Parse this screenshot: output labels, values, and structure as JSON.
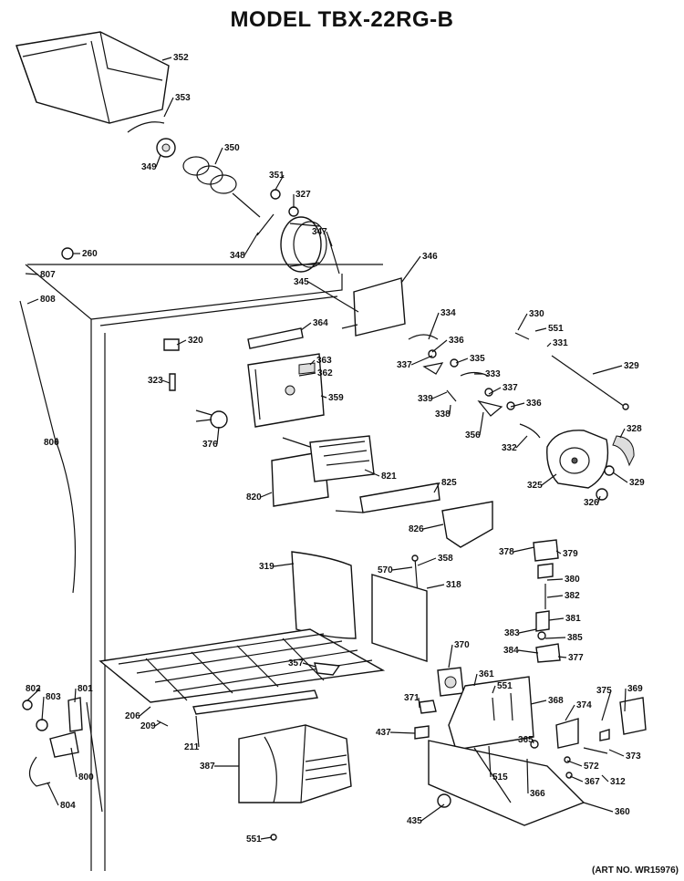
{
  "title": "MODEL TBX-22RG-B",
  "art_number": "(ART NO. WR15976)",
  "callouts": [
    "352",
    "353",
    "349",
    "350",
    "351",
    "327",
    "348",
    "346",
    "347",
    "260",
    "807",
    "808",
    "345",
    "364",
    "320",
    "363",
    "323",
    "362",
    "359",
    "334",
    "336",
    "337",
    "335",
    "333",
    "339",
    "338",
    "337",
    "336",
    "356",
    "332",
    "330",
    "551",
    "331",
    "329",
    "376",
    "806",
    "820",
    "821",
    "825",
    "826",
    "328",
    "325",
    "329",
    "326",
    "319",
    "570",
    "358",
    "318",
    "378",
    "379",
    "380",
    "382",
    "381",
    "383",
    "385",
    "384",
    "377",
    "357",
    "370",
    "206",
    "802",
    "803",
    "801",
    "209",
    "211",
    "371",
    "361",
    "551",
    "368",
    "375",
    "369",
    "374",
    "437",
    "365",
    "373",
    "572",
    "367",
    "312",
    "387",
    "515",
    "366",
    "800",
    "804",
    "435",
    "360",
    "551"
  ]
}
